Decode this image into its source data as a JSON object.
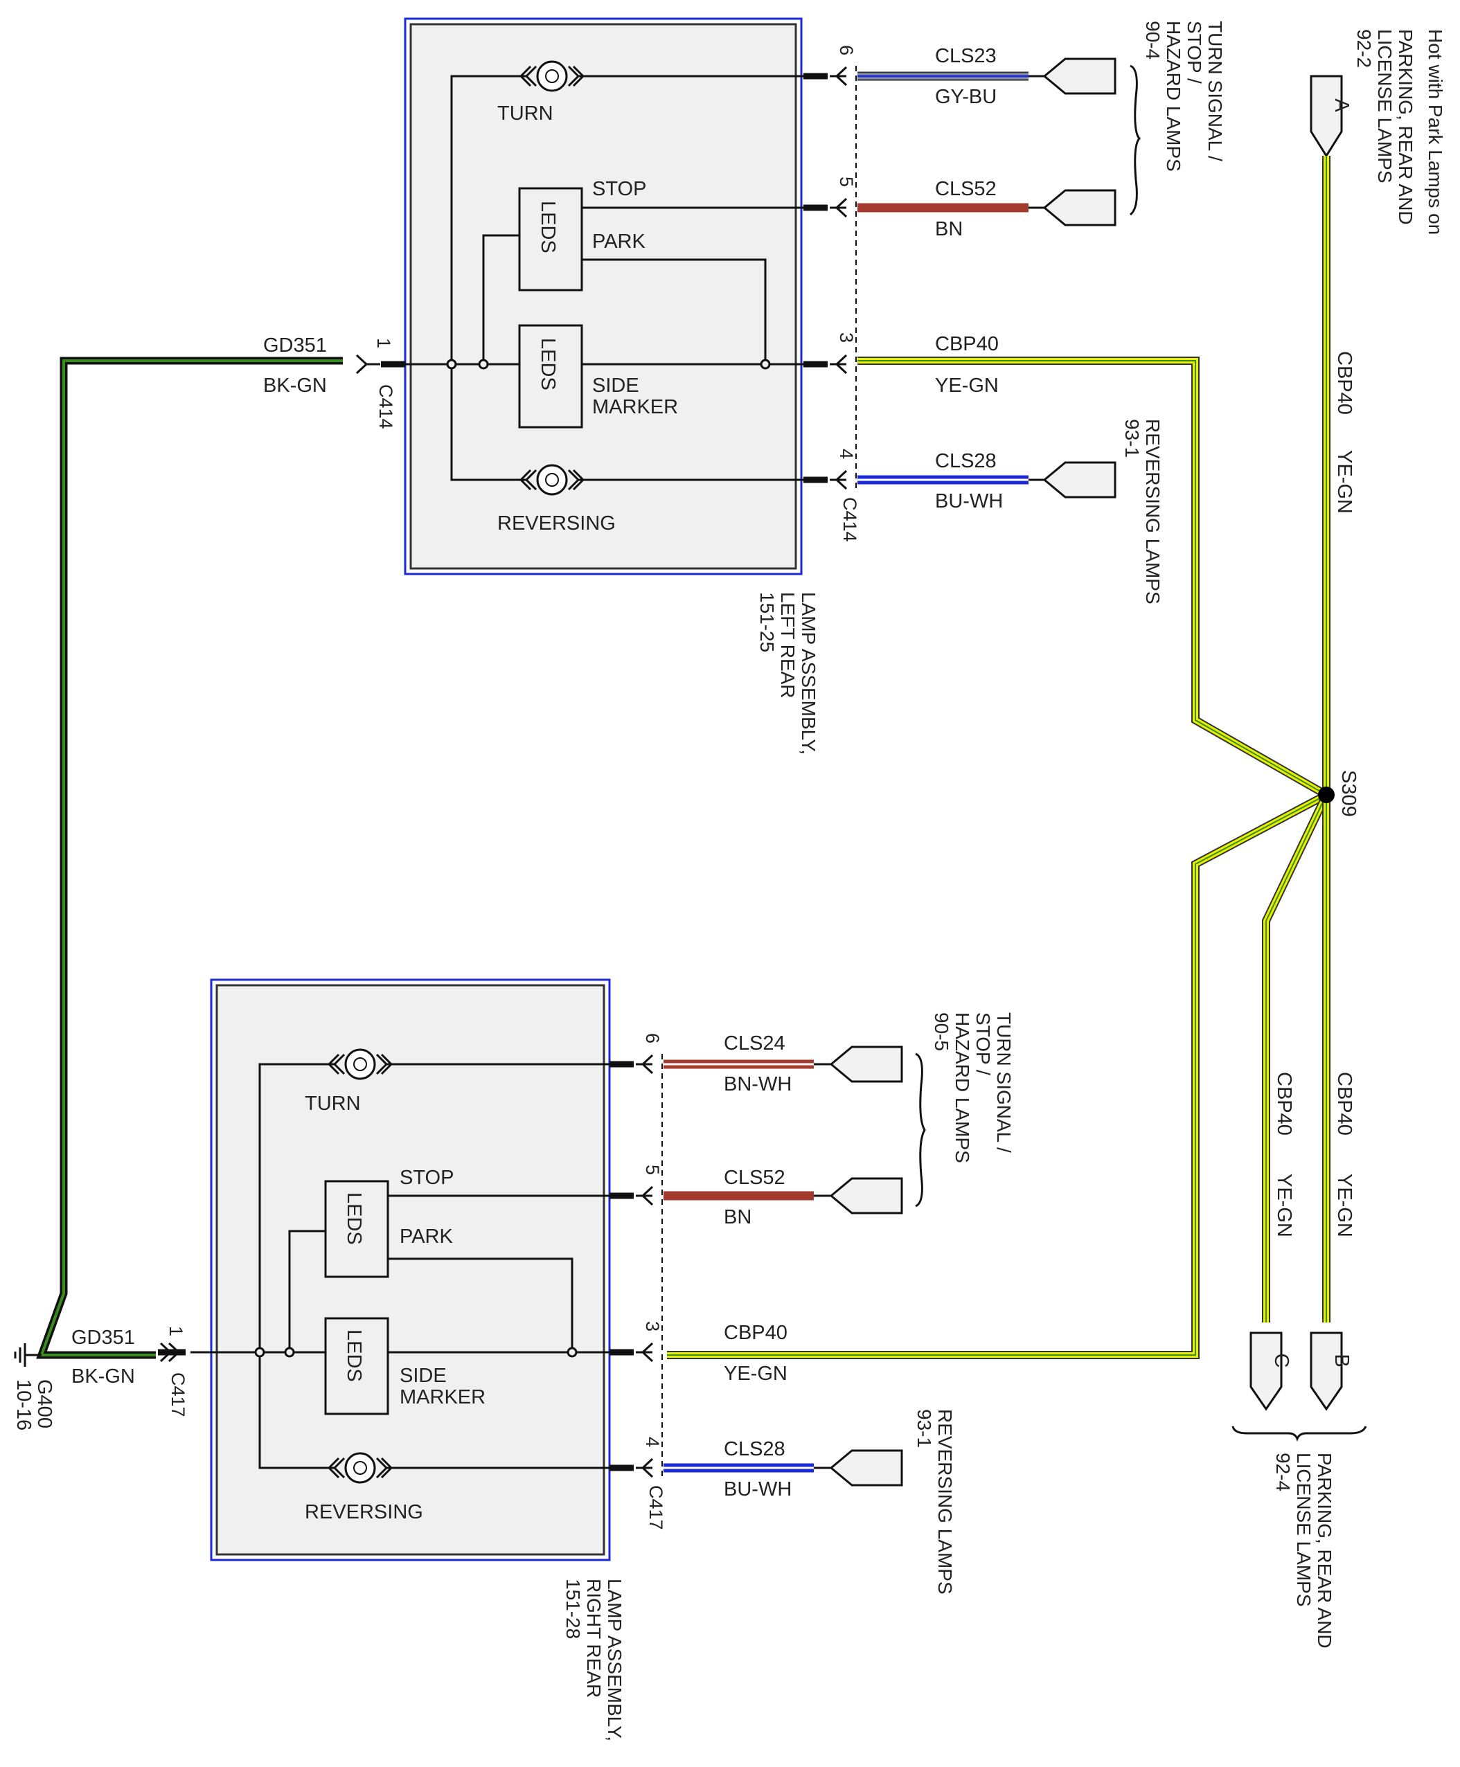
{
  "header_note": "Hot with Park Lamps on",
  "top_connector": {
    "pin": "A",
    "target_line1": "PARKING, REAR AND",
    "target_line2": "LICENSE LAMPS",
    "target_ref": "92-2"
  },
  "bottom_connectors": {
    "pin_b": "B",
    "pin_c": "C",
    "target_line1": "PARKING, REAR AND",
    "target_line2": "LICENSE LAMPS",
    "target_ref": "92-4"
  },
  "splice": {
    "name": "S309"
  },
  "feed_wire": {
    "circuit": "CBP40",
    "color": "YE-GN"
  },
  "ground": {
    "name": "G400",
    "ref": "10-16"
  },
  "ground_wire": {
    "circuit": "GD351",
    "color": "BK-GN"
  },
  "left_assembly": {
    "title1": "LAMP ASSEMBLY,",
    "title2": "LEFT REAR",
    "ref": "151-25",
    "ground_connector": "C414",
    "ground_pin": "1",
    "connector": "C414",
    "turn_label": "TURN",
    "stop_label": "STOP",
    "park_label": "PARK",
    "leds1": "LEDS",
    "leds2": "LEDS",
    "side_marker1": "SIDE",
    "side_marker2": "MARKER",
    "reversing_label": "REVERSING",
    "pins": [
      {
        "pin": "6",
        "circuit": "CLS23",
        "color": "GY-BU"
      },
      {
        "pin": "5",
        "circuit": "CLS52",
        "color": "BN"
      },
      {
        "pin": "3",
        "circuit": "CBP40",
        "color": "YE-GN"
      },
      {
        "pin": "4",
        "circuit": "CLS28",
        "color": "BU-WH"
      }
    ],
    "dest_turn": {
      "line1": "TURN SIGNAL /",
      "line2": "STOP /",
      "line3": "HAZARD LAMPS",
      "ref": "90-4"
    },
    "dest_rev": {
      "line1": "REVERSING LAMPS",
      "ref": "93-1"
    }
  },
  "right_assembly": {
    "title1": "LAMP ASSEMBLY,",
    "title2": "RIGHT REAR",
    "ref": "151-28",
    "ground_connector": "C417",
    "ground_pin": "1",
    "connector": "C417",
    "turn_label": "TURN",
    "stop_label": "STOP",
    "park_label": "PARK",
    "leds1": "LEDS",
    "leds2": "LEDS",
    "side_marker1": "SIDE",
    "side_marker2": "MARKER",
    "reversing_label": "REVERSING",
    "pins": [
      {
        "pin": "6",
        "circuit": "CLS24",
        "color": "BN-WH"
      },
      {
        "pin": "5",
        "circuit": "CLS52",
        "color": "BN"
      },
      {
        "pin": "3",
        "circuit": "CBP40",
        "color": "YE-GN"
      },
      {
        "pin": "4",
        "circuit": "CLS28",
        "color": "BU-WH"
      }
    ],
    "dest_turn": {
      "line1": "TURN SIGNAL /",
      "line2": "STOP /",
      "line3": "HAZARD LAMPS",
      "ref": "90-5"
    },
    "dest_rev": {
      "line1": "REVERSING LAMPS",
      "ref": "93-1"
    }
  },
  "colors": {
    "ye_gn": "#e6f000",
    "gn": "#3a8c1c",
    "bk": "#111111",
    "bn": "#a33a2e",
    "bu": "#1c2ad6",
    "gy": "#8a8fa8",
    "wh": "#ffffff",
    "box_border": "#1c2ad6",
    "box_fill": "#f0f0f0"
  }
}
